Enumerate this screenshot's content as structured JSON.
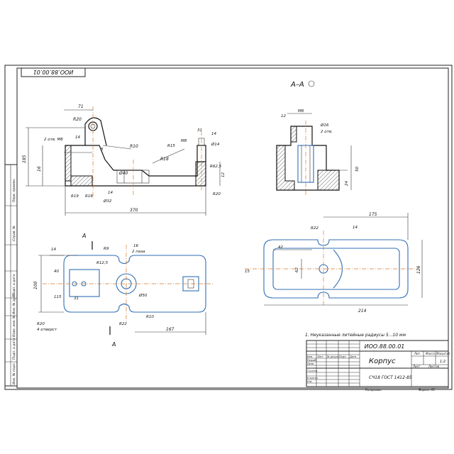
{
  "sheet": {
    "top_stamp": "ИОО.88.00.01",
    "section_label": "А–А"
  },
  "side_view": {
    "dims": {
      "d71": "71",
      "r20_top": "R20",
      "d14_a": "14",
      "d2otv": "2 отв. М8",
      "d5": "5",
      "r10": "R10",
      "r18": "R18",
      "d185": "185",
      "d16": "16",
      "d40": "Ø40",
      "d14_b": "14",
      "d32": "Ø32",
      "r19": "R19",
      "r16": "R16",
      "d370": "370",
      "m8": "М8",
      "d31": "31",
      "d14_c": "14",
      "d14_d": "Ø14",
      "r15": "R15",
      "r625": "R62,5",
      "r20_bot": "R20",
      "d12": "12"
    }
  },
  "section_view": {
    "dims": {
      "d12": "12",
      "m8": "М8",
      "d16": "Ø16",
      "d2otv": "2 отв.",
      "d50": "50",
      "d24": "24"
    }
  },
  "top_view": {
    "labels": {
      "section_a_top": "А",
      "section_a_bot": "А",
      "d14": "14",
      "r9": "R9",
      "d16": "16",
      "d2paza": "2 паза",
      "r125": "R12,5",
      "d50": "Ø50",
      "d100": "100",
      "d115": "115",
      "d31": "31",
      "d40": "40",
      "r20": "R20",
      "d4otv": "4 отверст",
      "r22": "R22",
      "r10": "R10",
      "d167": "167"
    }
  },
  "right_view": {
    "labels": {
      "r22": "R22",
      "d175": "175",
      "d42": "42",
      "d62": "62",
      "d14": "14",
      "d126": "126",
      "d214": "214",
      "d15": "15"
    }
  },
  "notes": {
    "note1": "1. Неуказанные литейные радиусы 5...10 мм"
  },
  "title_block": {
    "doc_number": "ИОО.88.00.01",
    "part_name": "Корпус",
    "material": "СЧ18 ГОСТ 1412-85",
    "col_lit": "Лит.",
    "col_mass": "Масса",
    "col_scale": "Масштаб",
    "scale_value": "1:2",
    "sheet": "Лист",
    "sheets": "Листов",
    "copied": "Копировал",
    "format": "Формат А3",
    "row_izm": "Изм.",
    "row_list": "Лист",
    "row_doc": "№ докум.",
    "row_sign": "Подп.",
    "row_date": "Дата",
    "razrab": "Разраб.",
    "prov": "Пров.",
    "tkontr": "Т.контр.",
    "nkontr": "Н.контр.",
    "utv": "Утв."
  },
  "side_strip": {
    "perv_primen": "Перв. примен.",
    "sprav": "Справ. №",
    "podp_data1": "Подп. и дата",
    "inv_dubl": "Инв. № дубл.",
    "vzam_inv": "Взам. инв. №",
    "podp_data2": "Подп. и дата",
    "inv_podl": "Инв. № подл."
  }
}
